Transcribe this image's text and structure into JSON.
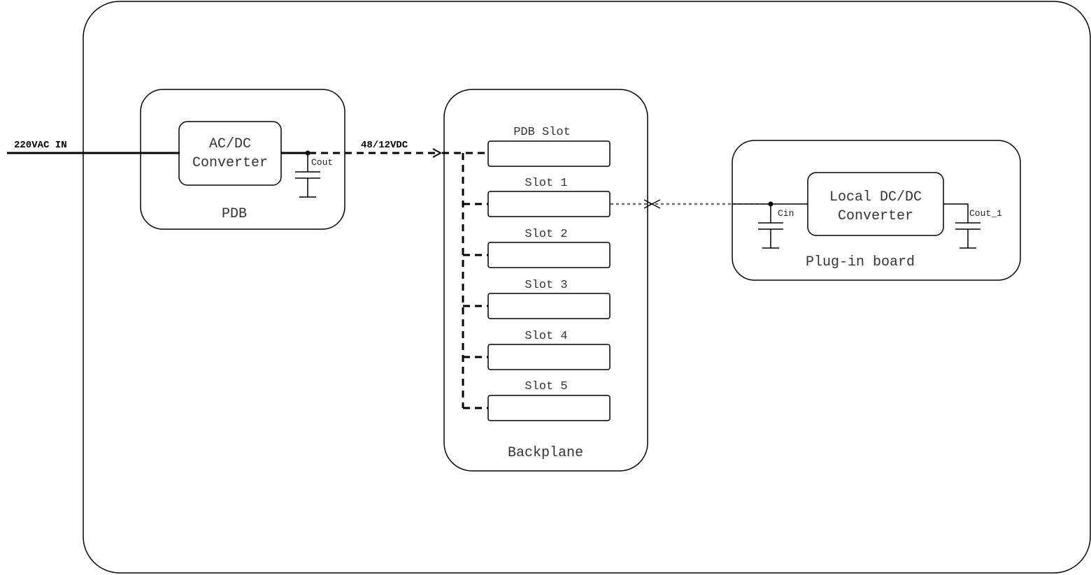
{
  "diagram": {
    "input_label": "220VAC IN",
    "bus_label": "48/12VDC",
    "pdb": {
      "title": "PDB",
      "converter_line1": "AC/DC",
      "converter_line2": "Converter",
      "cap_label": "Cout"
    },
    "backplane": {
      "title": "Backplane",
      "slots": [
        "PDB Slot",
        "Slot 1",
        "Slot 2",
        "Slot 3",
        "Slot 4",
        "Slot 5"
      ]
    },
    "plugin": {
      "title": "Plug-in board",
      "converter_line1": "Local DC/DC",
      "converter_line2": "Converter",
      "cin_label": "Cin",
      "cout_label": "Cout_1"
    }
  }
}
